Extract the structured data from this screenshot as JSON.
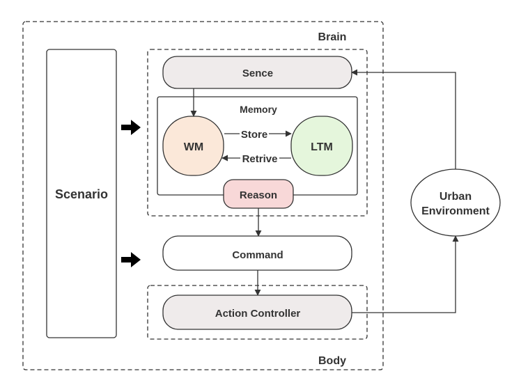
{
  "labels": {
    "brain": "Brain",
    "body": "Body",
    "scenario": "Scenario",
    "sence": "Sence",
    "memory": "Memory",
    "wm": "WM",
    "ltm": "LTM",
    "store": "Store",
    "retrive": "Retrive",
    "reason": "Reason",
    "command": "Command",
    "action_controller": "Action Controller",
    "urban_line1": "Urban",
    "urban_line2": "Environment"
  },
  "colors": {
    "stroke": "#333333",
    "sence_fill": "#efebeb",
    "wm_fill": "#fbe8d9",
    "ltm_fill": "#e5f6dc",
    "reason_fill": "#f8d8d8",
    "action_fill": "#efebeb",
    "white": "#ffffff"
  },
  "icons": {
    "scenario_arrows": "thick-right-arrow-icon"
  }
}
